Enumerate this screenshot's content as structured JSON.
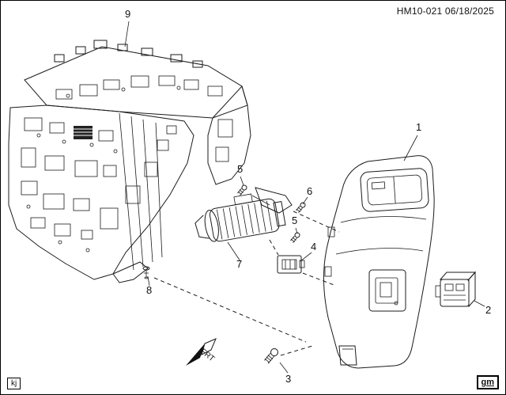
{
  "header": {
    "doc_number": "HM10-021 06/18/2025"
  },
  "footer": {
    "left_initials": "kj",
    "right_logo": "gm"
  },
  "direction_label": "FRT",
  "callouts": [
    {
      "label": "9"
    },
    {
      "label": "1"
    },
    {
      "label": "5"
    },
    {
      "label": "6"
    },
    {
      "label": "5"
    },
    {
      "label": "7"
    },
    {
      "label": "4"
    },
    {
      "label": "8"
    },
    {
      "label": "2"
    },
    {
      "label": "3"
    }
  ]
}
